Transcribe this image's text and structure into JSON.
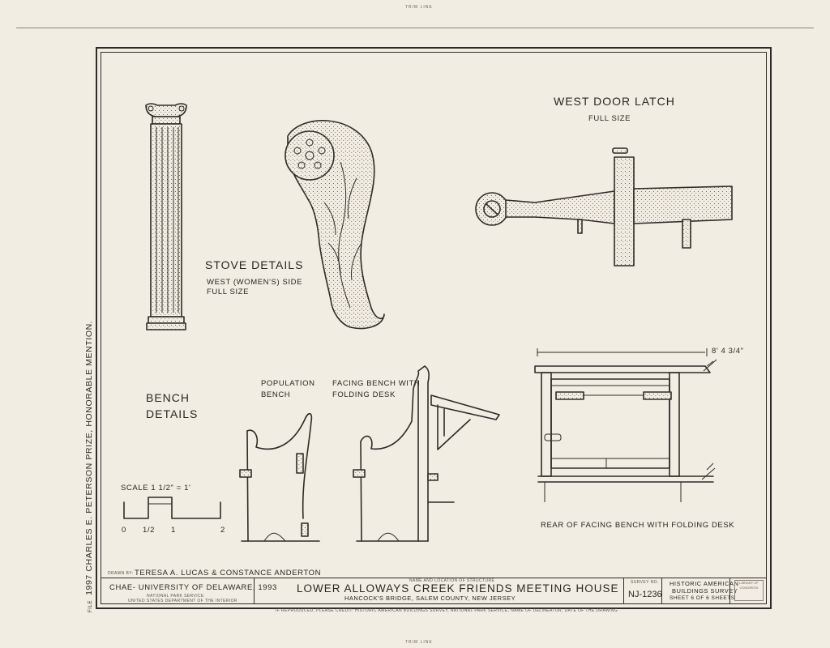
{
  "sheet": {
    "trim_line_top": "TRIM LINE",
    "trim_line_bottom": "TRIM LINE",
    "side_note": "1997 CHARLES E. PETERSON PRIZE, HONORABLE MENTION.",
    "side_note_tag": "FILE"
  },
  "drawings": {
    "stove_title": "STOVE DETAILS",
    "stove_sub1": "WEST (WOMEN'S) SIDE",
    "stove_sub2": "FULL SIZE",
    "latch_title": "WEST DOOR LATCH",
    "latch_sub": "FULL SIZE",
    "bench_title1": "BENCH",
    "bench_title2": "DETAILS",
    "population_bench_1": "POPULATION",
    "population_bench_2": "BENCH",
    "facing_bench_1": "FACING BENCH WITH",
    "facing_bench_2": "FOLDING DESK",
    "scale_label": "SCALE  1 1/2\" = 1'",
    "scale_ticks": [
      "0",
      "1/2",
      "1",
      "2"
    ],
    "dimension": "8' 4 3/4\"",
    "rear_caption": "REAR OF FACING BENCH WITH FOLDING DESK"
  },
  "title_block": {
    "drawn_by_label": "DRAWN BY:",
    "drawn_by": "TERESA A. LUCAS  &  CONSTANCE  ANDERTON",
    "org": "CHAE- UNIVERSITY OF DELAWARE, 1993",
    "org_sub1": "NATIONAL PARK SERVICE",
    "org_sub2": "UNITED STATES DEPARTMENT OF THE INTERIOR",
    "name_loc_label": "NAME AND LOCATION OF STRUCTURE",
    "structure_name": "LOWER ALLOWAYS CREEK FRIENDS MEETING HOUSE",
    "structure_location": "HANCOCK'S BRIDGE,  SALEM COUNTY,  NEW JERSEY",
    "survey_label": "SURVEY NO.",
    "survey_no": "NJ-1236",
    "habs_1": "HISTORIC AMERICAN",
    "habs_2": "BUILDINGS SURVEY",
    "sheet_text": "SHEET  6  OF  6  SHEETS",
    "loc_stamp": "LIBRARY OF CONGRESS",
    "credit": "IF REPRODUCED, PLEASE CREDIT: HISTORIC AMERICAN BUILDINGS SURVEY, NATIONAL PARK SERVICE, NAME OF DELINEATOR, DATE OF THE DRAWING"
  }
}
